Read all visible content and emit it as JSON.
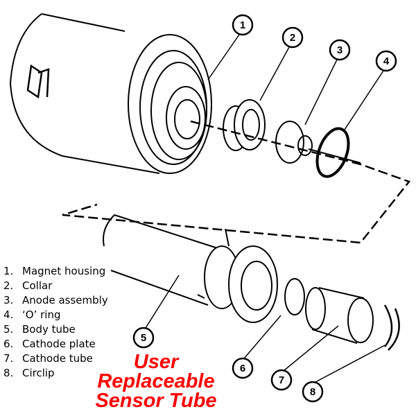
{
  "legend": [
    {
      "num": "1.",
      "label": "Magnet housing"
    },
    {
      "num": "2.",
      "label": "Collar"
    },
    {
      "num": "3.",
      "label": "Anode assembly"
    },
    {
      "num": "4.",
      "label": "‘O’ ring"
    },
    {
      "num": "5.",
      "label": "Body tube"
    },
    {
      "num": "6.",
      "label": "Cathode plate"
    },
    {
      "num": "7.",
      "label": "Cathode tube"
    },
    {
      "num": "8.",
      "label": "Circlip"
    }
  ],
  "callouts": [
    "1",
    "2",
    "3",
    "4",
    "5",
    "6",
    "7",
    "8"
  ],
  "title": {
    "line1": "User",
    "line2": "Replaceable",
    "line3": "Sensor Tube"
  },
  "colors": {
    "title": "#ff0000",
    "line": "#000000"
  }
}
